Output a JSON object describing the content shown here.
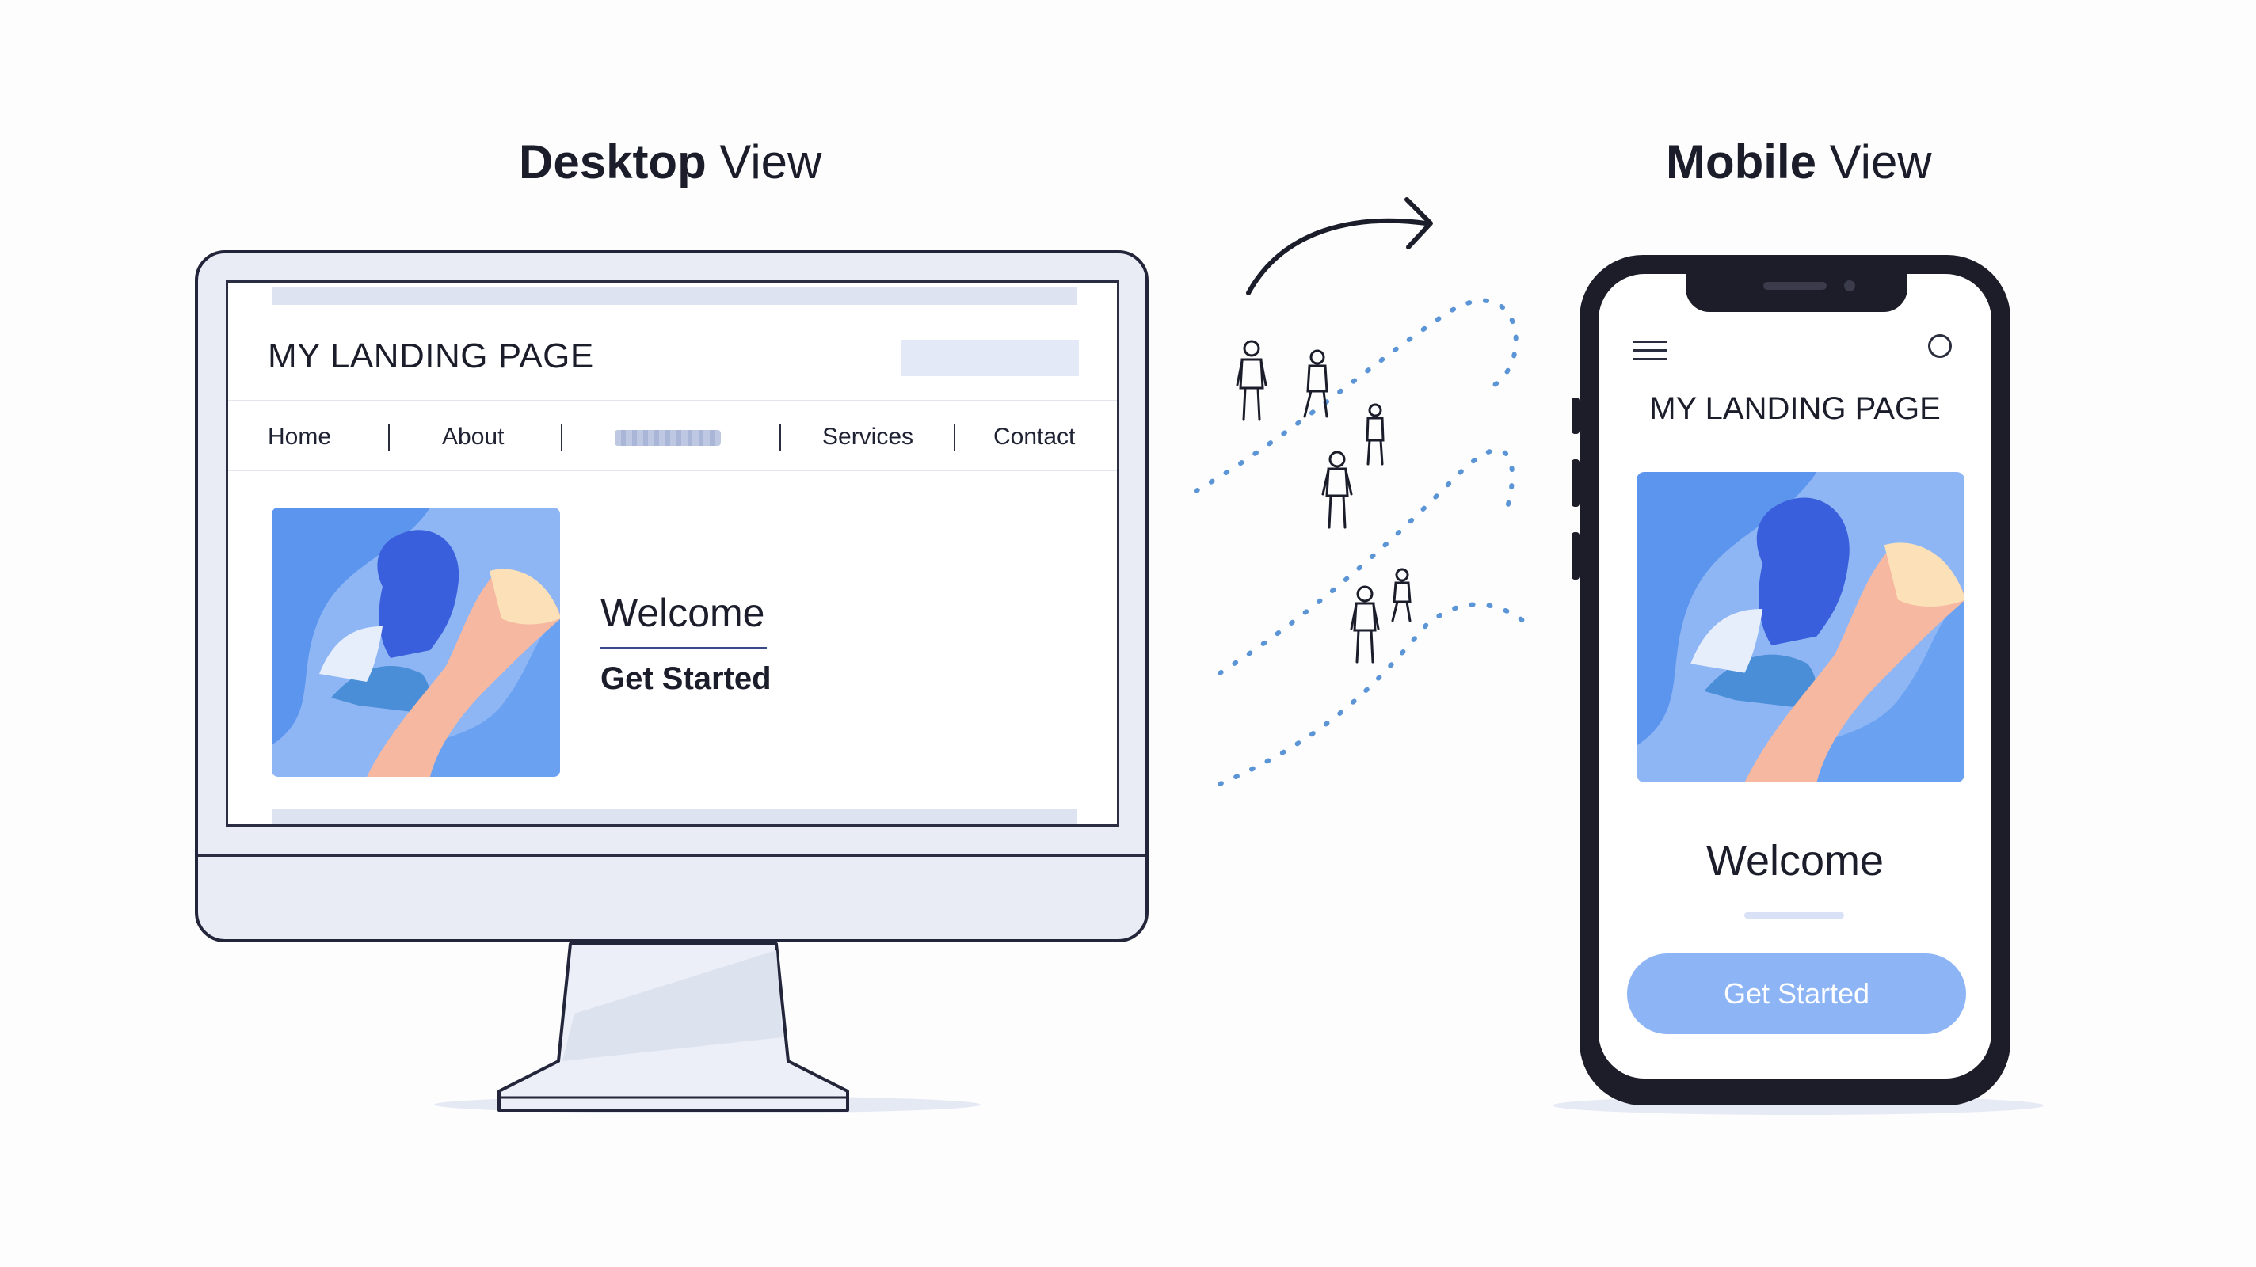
{
  "headings": {
    "desktop": {
      "strong": "Desktop",
      "light": "View"
    },
    "mobile": {
      "strong": "Mobile",
      "light": "View"
    }
  },
  "desktop": {
    "site_title": "MY LANDING PAGE",
    "nav": [
      {
        "label": "Home"
      },
      {
        "label": "About"
      },
      {
        "label": ""
      },
      {
        "label": "Services"
      },
      {
        "label": "Contact"
      }
    ],
    "welcome": "Welcome",
    "cta_label": "Get Started"
  },
  "mobile": {
    "site_title": "MY LANDING PAGE",
    "welcome": "Welcome",
    "cta_label": "Get Started"
  },
  "icons": [
    "menu-icon",
    "profile-icon",
    "transition-arrow-icon",
    "person-figure-icon"
  ],
  "colors": {
    "accent_blue": "#8db5f5",
    "hero_blue": "#5b95ee",
    "hero_dark_blue": "#3a5fdc",
    "hero_peach": "#f6b8a0",
    "dotted_path": "#5b95d6",
    "frame_dark": "#1c1d28"
  }
}
